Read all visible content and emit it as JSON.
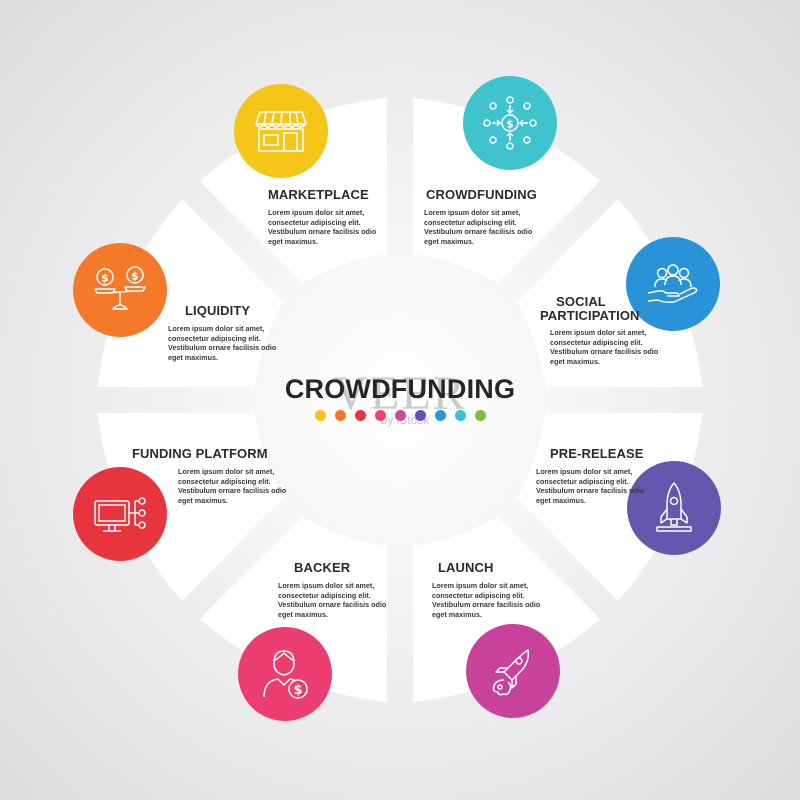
{
  "center": {
    "title": "CROWDFUNDING",
    "dot_colors": [
      "#f5c518",
      "#f47a2a",
      "#e8343c",
      "#e8466f",
      "#c34ca0",
      "#6a4eb6",
      "#2b96da",
      "#38c2cd",
      "#7ac143"
    ]
  },
  "watermark": {
    "main": "VEER",
    "sub": "by iStock"
  },
  "segments": [
    {
      "key": "marketplace",
      "title": "MARKETPLACE",
      "text": "Lorem ipsum dolor sit amet, consectetur adipiscing elit. Vestibulum ornare facilisis odio eget maximus.",
      "color": "#f5c518",
      "icon": "storefront-icon"
    },
    {
      "key": "crowdfunding",
      "title": "CROWDFUNDING",
      "text": "Lorem ipsum dolor sit amet, consectetur adipiscing elit. Vestibulum ornare facilisis odio eget maximus.",
      "color": "#3ec3cf",
      "icon": "money-network-icon"
    },
    {
      "key": "social",
      "title": "SOCIAL\nPARTICIPATION",
      "text": "Lorem ipsum dolor sit amet, consectetur adipiscing elit. Vestibulum ornare facilisis odio eget maximus.",
      "color": "#2a93d8",
      "icon": "people-in-hand-icon"
    },
    {
      "key": "prerelease",
      "title": "PRE-RELEASE",
      "text": "Lorem ipsum dolor sit amet, consectetur adipiscing elit. Vestibulum ornare facilisis odio eget maximus.",
      "color": "#6656ad",
      "icon": "rocket-icon"
    },
    {
      "key": "launch",
      "title": "LAUNCH",
      "text": "Lorem ipsum dolor sit amet, consectetur adipiscing elit. Vestibulum ornare facilisis odio eget maximus.",
      "color": "#c8429b",
      "icon": "rocket-launch-icon"
    },
    {
      "key": "backer",
      "title": "BACKER",
      "text": "Lorem ipsum dolor sit amet, consectetur adipiscing elit. Vestibulum ornare facilisis odio eget maximus.",
      "color": "#ec3d70",
      "icon": "backer-person-icon"
    },
    {
      "key": "funding",
      "title": "FUNDING PLATFORM",
      "text": "Lorem ipsum dolor sit amet, consectetur adipiscing elit. Vestibulum ornare facilisis odio eget maximus.",
      "color": "#e8343c",
      "icon": "monitor-network-icon"
    },
    {
      "key": "liquidity",
      "title": "LIQUIDITY",
      "text": "Lorem ipsum dolor sit amet, consectetur adipiscing elit. Vestibulum ornare facilisis odio eget maximus.",
      "color": "#f47a2a",
      "icon": "balance-scale-icon"
    }
  ]
}
